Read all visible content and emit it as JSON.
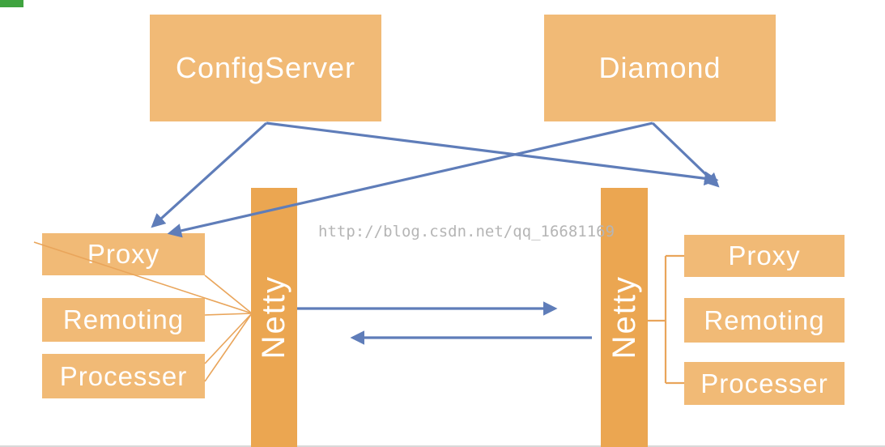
{
  "nodes": {
    "config_server": {
      "label": "ConfigServer"
    },
    "diamond": {
      "label": "Diamond"
    },
    "netty_left": {
      "label": "Netty"
    },
    "netty_right": {
      "label": "Netty"
    },
    "left_stack": [
      {
        "label": "Proxy"
      },
      {
        "label": "Remoting"
      },
      {
        "label": "Processer"
      }
    ],
    "right_stack": [
      {
        "label": "Proxy"
      },
      {
        "label": "Remoting"
      },
      {
        "label": "Processer"
      }
    ]
  },
  "page": {
    "watermark": "http://blog.csdn.net/qq_16681169"
  },
  "colors": {
    "box_fill": "#F1BA76",
    "netty_fill": "#EBA651",
    "arrow_blue": "#5F7DB9",
    "connector_orange": "#E9A55B",
    "watermark_gray": "#B5B5B5",
    "strip_green": "#3FA33F",
    "text_white": "#FFFFFF"
  }
}
